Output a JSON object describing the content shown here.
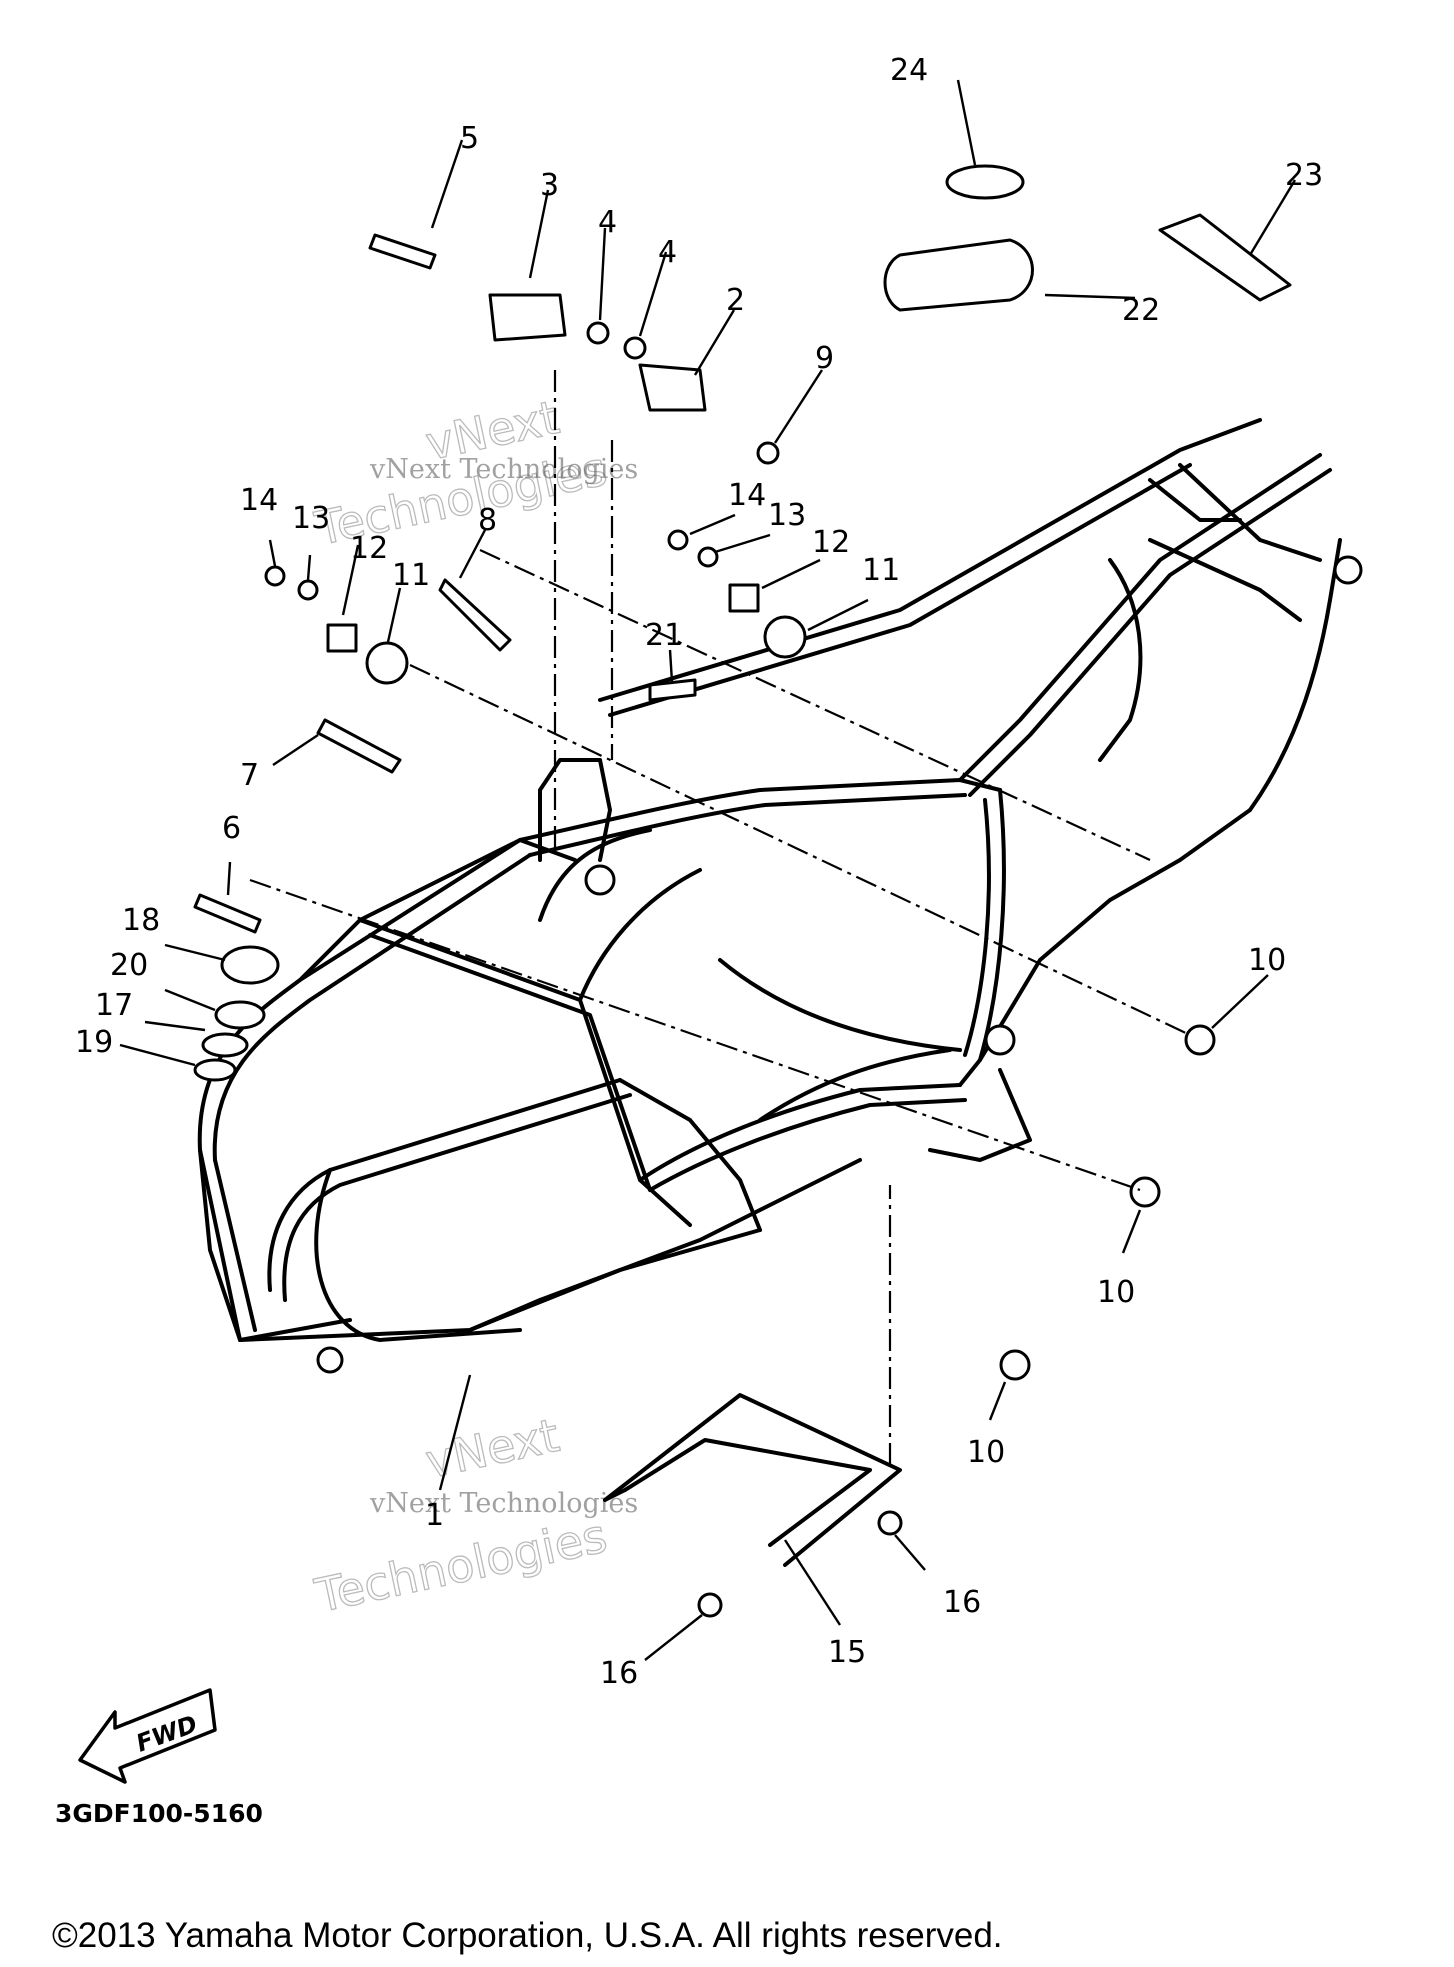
{
  "callouts": [
    {
      "id": "p24",
      "text": "24"
    },
    {
      "id": "p23",
      "text": "23"
    },
    {
      "id": "p22",
      "text": "22"
    },
    {
      "id": "p5",
      "text": "5"
    },
    {
      "id": "p3",
      "text": "3"
    },
    {
      "id": "p4a",
      "text": "4"
    },
    {
      "id": "p4b",
      "text": "4"
    },
    {
      "id": "p2",
      "text": "2"
    },
    {
      "id": "p9",
      "text": "9"
    },
    {
      "id": "p14a",
      "text": "14"
    },
    {
      "id": "p13a",
      "text": "13"
    },
    {
      "id": "p12a",
      "text": "12"
    },
    {
      "id": "p11a",
      "text": "11"
    },
    {
      "id": "p8",
      "text": "8"
    },
    {
      "id": "p14b",
      "text": "14"
    },
    {
      "id": "p13b",
      "text": "13"
    },
    {
      "id": "p12b",
      "text": "12"
    },
    {
      "id": "p11b",
      "text": "11"
    },
    {
      "id": "p21",
      "text": "21"
    },
    {
      "id": "p7",
      "text": "7"
    },
    {
      "id": "p6",
      "text": "6"
    },
    {
      "id": "p18",
      "text": "18"
    },
    {
      "id": "p20",
      "text": "20"
    },
    {
      "id": "p17",
      "text": "17"
    },
    {
      "id": "p19",
      "text": "19"
    },
    {
      "id": "p10a",
      "text": "10"
    },
    {
      "id": "p10b",
      "text": "10"
    },
    {
      "id": "p10c",
      "text": "10"
    },
    {
      "id": "p1",
      "text": "1"
    },
    {
      "id": "p15",
      "text": "15"
    },
    {
      "id": "p16a",
      "text": "16"
    },
    {
      "id": "p16b",
      "text": "16"
    }
  ],
  "watermark": {
    "line1": "vNext Technologies",
    "line2": "vNext",
    "line3": "Technologies"
  },
  "fwd_label": "FWD",
  "diagram_code": "3GDF100-5160",
  "copyright": "©2013 Yamaha Motor Corporation, U.S.A. All rights reserved."
}
